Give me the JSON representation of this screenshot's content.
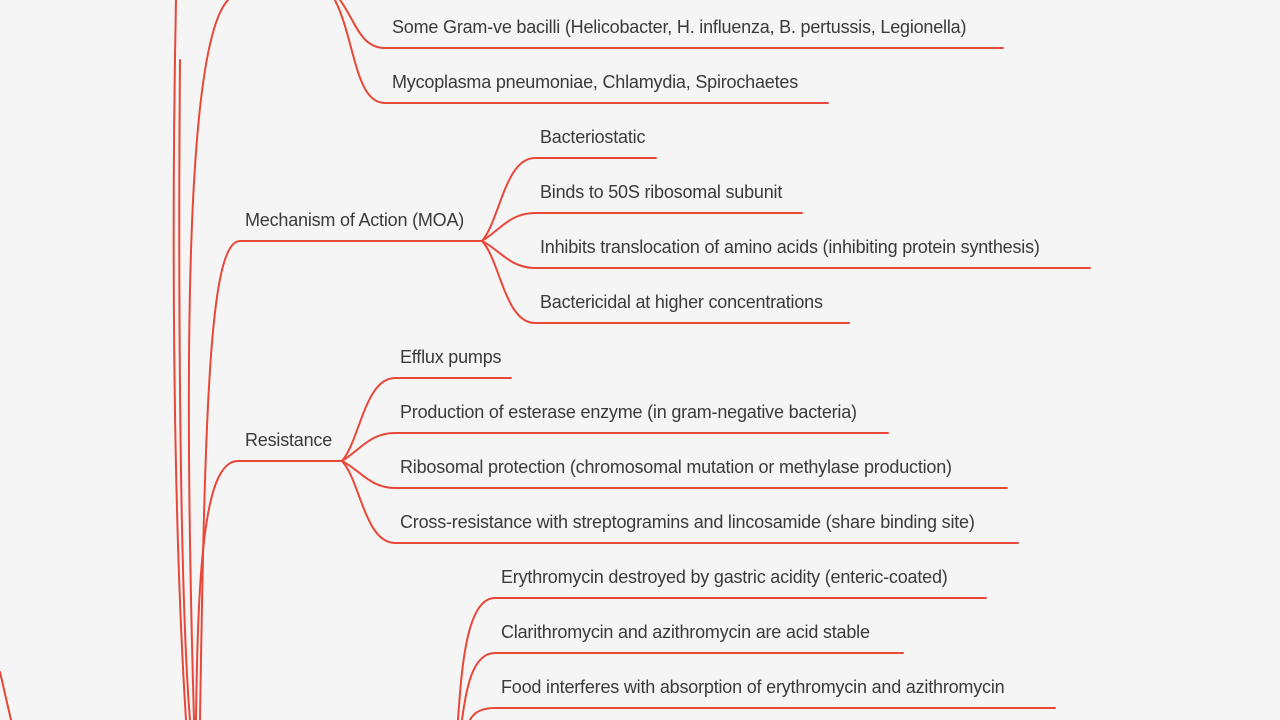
{
  "mindmap": {
    "colors": {
      "background": "#f5f5f5",
      "branch": "#e8483a",
      "text": "#3a3a3a"
    },
    "spectrum_children": [
      "Some Gram-ve bacilli (Helicobacter, H. influenza, B. pertussis, Legionella)",
      "Mycoplasma pneumoniae, Chlamydia, Spirochaetes"
    ],
    "moa": {
      "label": "Mechanism of Action (MOA)",
      "children": [
        "Bacteriostatic",
        "Binds to 50S ribosomal subunit",
        "Inhibits translocation of amino acids (inhibiting protein synthesis)",
        "Bactericidal at higher concentrations"
      ]
    },
    "resistance": {
      "label": "Resistance",
      "children": [
        "Efflux pumps",
        "Production of esterase enzyme (in gram-negative bacteria)",
        "Ribosomal protection (chromosomal mutation or methylase production)",
        "Cross-resistance with streptogramins and lincosamide (share binding site)"
      ]
    },
    "pharmacokinetics_children": [
      "Erythromycin destroyed by gastric acidity (enteric-coated)",
      "Clarithromycin and azithromycin are acid stable",
      "Food interferes with absorption of erythromycin and azithromycin"
    ]
  }
}
